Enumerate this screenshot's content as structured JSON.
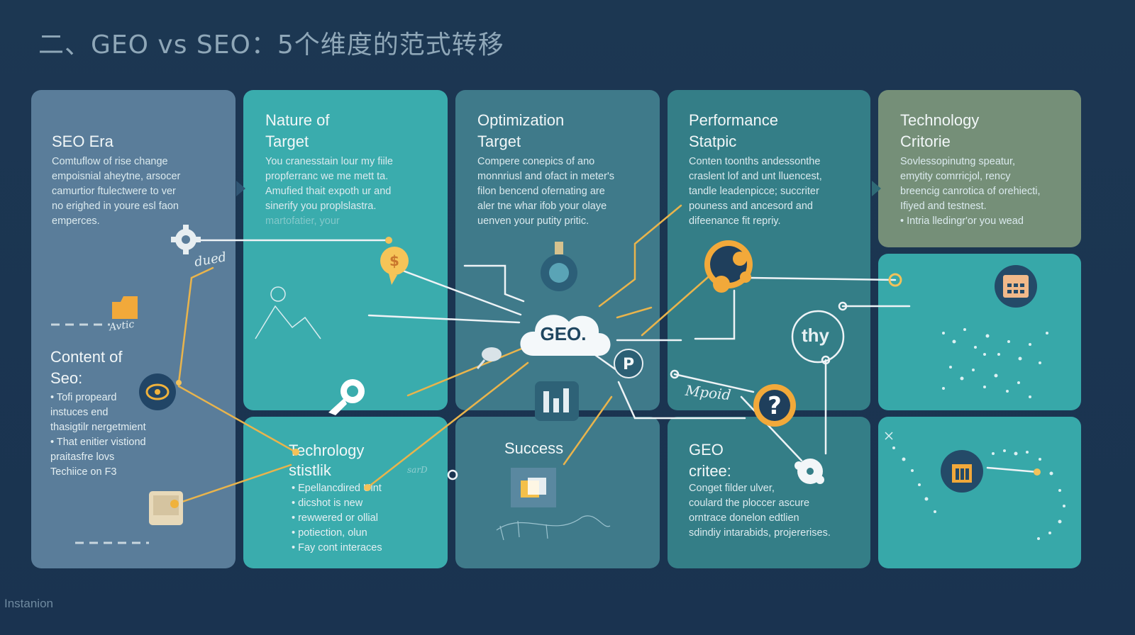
{
  "title": "二、GEO vs SEO：5个维度的范式转移",
  "hub": {
    "label": "GEO."
  },
  "columns": [
    {
      "heading": "SEO Era",
      "body": [
        "Comtuflow of rise change",
        "empoisnial aheytne, arsocer",
        "camurtior ftulectwere to ver",
        "no erighed in youre esl faon",
        "emperces."
      ]
    },
    {
      "heading": "Nature of\nTarget",
      "body": [
        "You cranesstain lour my fiile",
        "propferranc we me mett ta.",
        "Amufied thait expoth ur and",
        "sinerify you proplslastra.",
        "martofatier, your"
      ]
    },
    {
      "heading": "Optimization\nTarget",
      "body": [
        "Compere conepics of ano",
        "monnriusl and ofact in meter's",
        "filon bencend ofernating are",
        "aler tne whar ifob your olaye",
        "uenven your putity pritic."
      ]
    },
    {
      "heading": "Performance\nStatpic",
      "body": [
        "Conten toonths andessonthe",
        "craslent lof and unt lluencest,",
        "tandle leadenpicce; succriter",
        "pouness and ancesord and",
        "difeenance fit repriy."
      ]
    },
    {
      "heading": "Technology\nCritorie",
      "body": [
        "Sovlessopinutng speatur,",
        "emytity comrricjol, rency",
        "breencig canrotica of orehiecti,",
        "Ifiyed and testnest.",
        "• Intria lledingr'or you wead"
      ]
    }
  ],
  "bottom": {
    "content_seo": {
      "heading": "Content of\nSeo:",
      "bullets": [
        "• Tofi propeard",
        "  instuces end",
        "  thasigtilr nergetmient",
        "• That enitier vistiond",
        "  praitasfre lovs",
        "  Techiice on F3"
      ]
    },
    "technology": {
      "heading": "Techrology\nstistlik",
      "bullets": [
        "• Epellancdired Ulnt",
        "• dicshot is new",
        "• rewwered or ollial",
        "• potiection, olun",
        "• Fay cont interaces"
      ]
    },
    "success": {
      "heading": "Success"
    },
    "geo_criteria": {
      "heading": "GEO\ncritee:",
      "body": [
        "Conget filder ulver,",
        "coulard the ploccer ascure",
        "orntrace donelon edtlien",
        "sdindiy intarabids, projererises."
      ]
    }
  },
  "scribbles": {
    "dued": "dued",
    "avtic": "Avtic",
    "mpoid": "Mpoid",
    "thy": "thy",
    "scrawl": "sarD"
  },
  "footer": "Instanion",
  "icons": [
    "gear-icon",
    "dollar-badge-icon",
    "briefcase-icon",
    "chart-tablet-icon",
    "rocket-icon",
    "key-icon",
    "cloud-icon",
    "bar-chart-icon",
    "p-coin-icon",
    "puzzle-icon",
    "question-badge-icon",
    "calendar-icon",
    "building-icon",
    "folder-icon",
    "chat-shield-icon",
    "award-icon"
  ],
  "colors": {
    "background": "#1c3752",
    "accent": "#f0a830",
    "connector": "#e9eef2",
    "hub": "#f4f8fa"
  }
}
